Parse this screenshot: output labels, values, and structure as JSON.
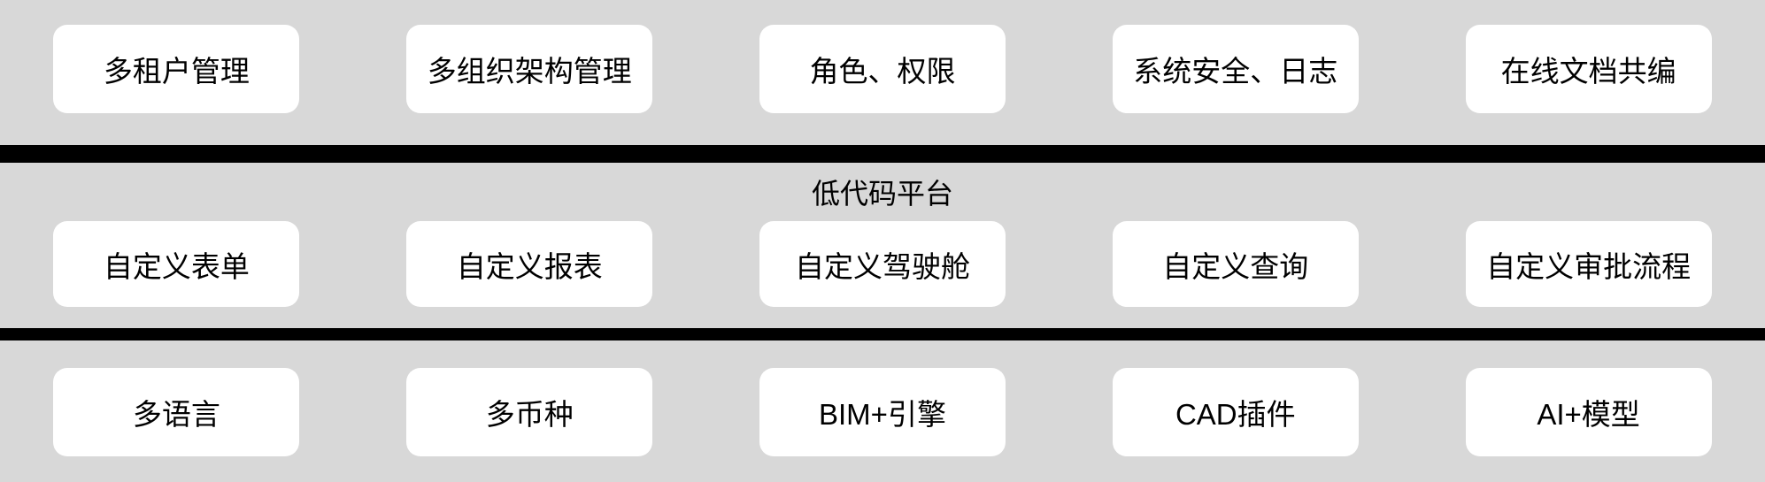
{
  "palette": {
    "background": "#d8d8d8",
    "card_background": "#ffffff",
    "divider_color": "#000000",
    "text_color": "#000000"
  },
  "rows": [
    {
      "name": "platform-management-features",
      "items": [
        "多租户管理",
        "多组织架构管理",
        "角色、权限",
        "系统安全、日志",
        "在线文档共编"
      ]
    },
    {
      "name": "low-code-platform",
      "label": "低代码平台",
      "items": [
        "自定义表单",
        "自定义报表",
        "自定义驾驶舱",
        "自定义查询",
        "自定义审批流程"
      ]
    },
    {
      "name": "extension-capabilities",
      "items": [
        "多语言",
        "多币种",
        "BIM+引擎",
        "CAD插件",
        "AI+模型"
      ]
    }
  ]
}
